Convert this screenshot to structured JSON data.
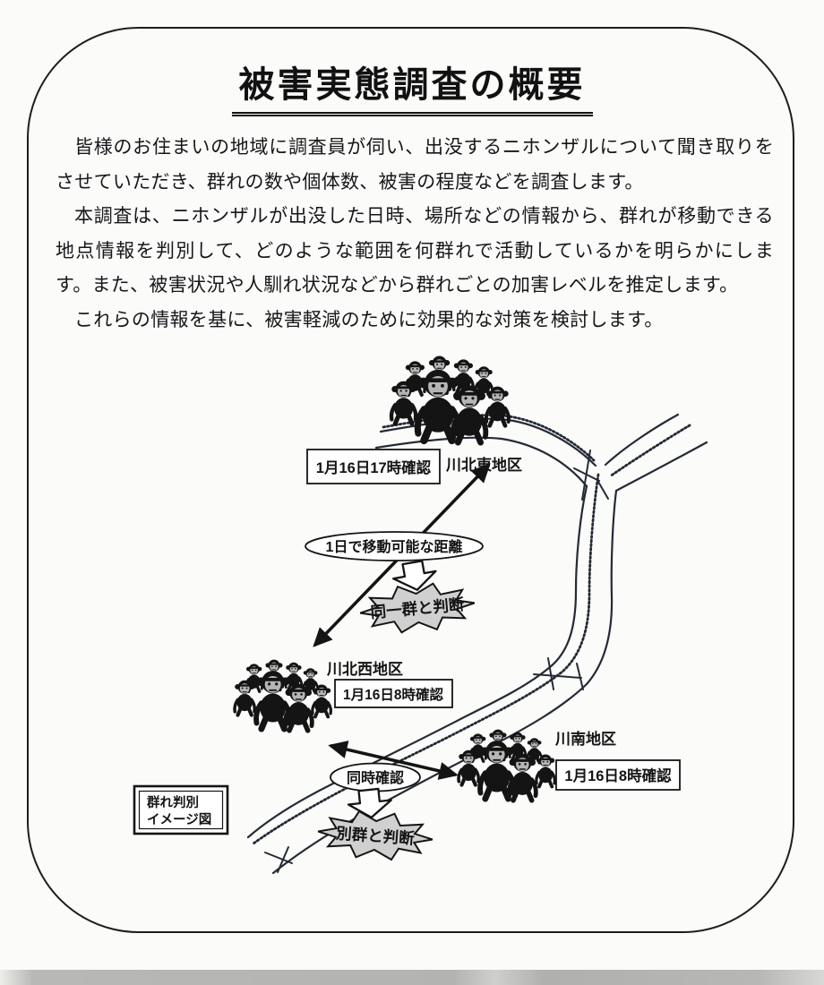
{
  "page": {
    "title": "被害実態調査の概要",
    "paragraphs": [
      "皆様のお住まいの地域に調査員が伺い、出没するニホンザルについて聞き取りをさせていただき、群れの数や個体数、被害の程度などを調査します。",
      "本調査は、ニホンザルが出没した日時、場所などの情報から、群れが移動できる地点情報を判別して、どのような範囲を何群れで活動しているかを明らかにします。また、被害状況や人馴れ状況などから群れごとの加害レベルを推定します。",
      "これらの情報を基に、被害軽減のために効果的な対策を検討します。"
    ]
  },
  "diagram": {
    "legend": {
      "line1": "群れ判別",
      "line2": "イメージ図"
    },
    "areas": {
      "north": {
        "name": "川北東地区",
        "sighting": "1月16日17時確認"
      },
      "west": {
        "name": "川北西地区",
        "sighting": "1月16日8時確認"
      },
      "south": {
        "name": "川南地区",
        "sighting": "1月16日8時確認"
      }
    },
    "annotations": {
      "distance_oval": "1日で移動可能な距離",
      "same_group": "同一群と判断",
      "simultaneous_oval": "同時確認",
      "different_group": "別群と判断"
    },
    "icons": {
      "monkey_troop": "monkey-troop-icon",
      "down_arrow": "down-block-arrow-icon",
      "double_arrow": "double-headed-arrow"
    }
  },
  "colors": {
    "paper": "#fbfbfa",
    "ink": "#141414",
    "river_ink": "#242b35",
    "burst_fill": "#d0d0d0",
    "monkey_face": "#b5b5b5"
  }
}
